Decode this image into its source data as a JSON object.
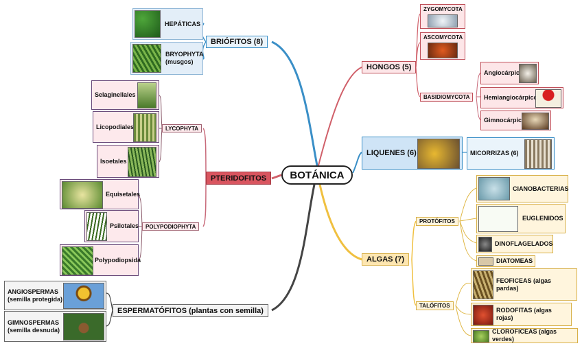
{
  "center": "BOTÁNICA",
  "left": {
    "briofitos": {
      "label": "BRIÓFITOS (8)",
      "items": [
        {
          "label": "HEPÁTICAS"
        },
        {
          "label": "BRYOPHYTA (musgos)"
        }
      ]
    },
    "pteridofitos": {
      "label": "PTERIDOFITOS",
      "lycophyta": {
        "label": "LYCOPHYTA",
        "items": [
          "Selaginellales",
          "Licopodiales",
          "Isoetales"
        ]
      },
      "polypodiophyta": {
        "label": "POLYPODIOPHYTA",
        "items": [
          "Equisetales",
          "Psilotales",
          "Polypodiopsida"
        ]
      }
    },
    "espermatofitos": {
      "label": "ESPERMATÓFITOS (plantas con semilla)",
      "items": [
        {
          "label": "ANGIOSPERMAS (semilla protegida)"
        },
        {
          "label": "GIMNOSPERMAS (semilla desnuda)"
        }
      ]
    }
  },
  "right": {
    "hongos": {
      "label": "HONGOS (5)",
      "items": [
        "ZYGOMYCOTA",
        "ASCOMYCOTA",
        "BASIDIOMYCOTA"
      ],
      "basidio_items": [
        "Angiocárpico",
        "Hemiangiocárpico",
        "Gimnocárpico"
      ]
    },
    "liquenes": {
      "label": "LIQUENES (6)",
      "micorrizas": "MICORRIZAS (6)"
    },
    "algas": {
      "label": "ALGAS (7)",
      "protofitos": {
        "label": "PROTÓFITOS",
        "items": [
          "CIANOBACTERIAS",
          "EUGLENIDOS",
          "DINOFLAGELADOS",
          "DIATOMEAS"
        ]
      },
      "talofitos": {
        "label": "TALÓFITOS",
        "items": [
          "FEOFICEAS (algas pardas)",
          "RODOFITAS (algas rojas)",
          "CLOROFICEAS (algas verdes)"
        ]
      }
    }
  },
  "colors": {
    "blue": "#3a8fc7",
    "red": "#d0606a",
    "yellow": "#f0c040",
    "dark": "#444444",
    "pink_branch": "#c86a7a"
  }
}
